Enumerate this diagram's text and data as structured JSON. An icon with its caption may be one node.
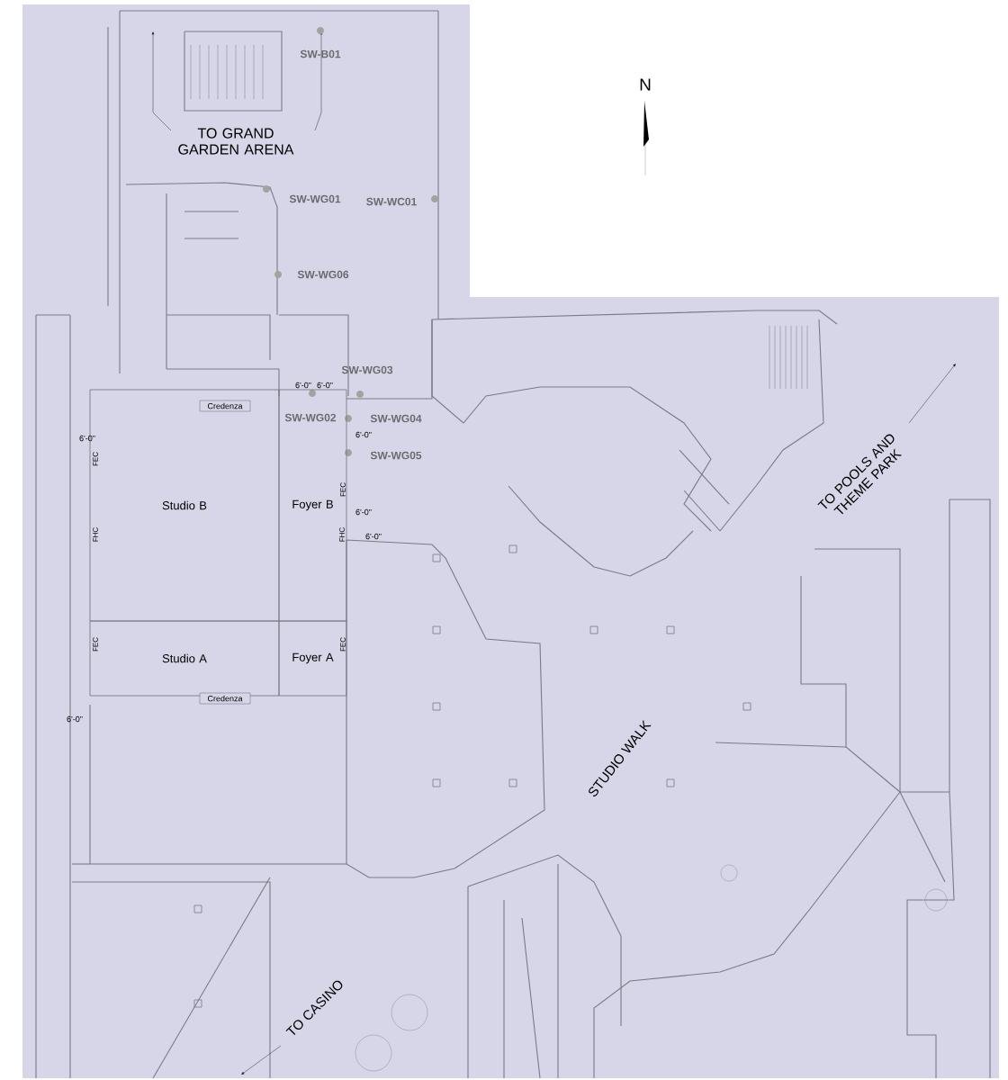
{
  "diagram": {
    "nodes": [
      {
        "text": [
          "Studio B"
        ]
      },
      {
        "text": [
          "Credenza"
        ],
        "in": 0
      },
      {
        "text": [
          "Foyer B"
        ]
      },
      {
        "text": [
          "Studio A"
        ]
      },
      {
        "text": [
          "Credenza"
        ],
        "in": 3
      },
      {
        "text": [
          "Foyer A"
        ]
      }
    ],
    "labels": [
      "SW-B01",
      "TO GRAND GARDEN ARENA",
      "N",
      "SW-WG01",
      "SW-WC01",
      "SW-WG06",
      "SW-WG03",
      "6'-0\"",
      "6'-0\"",
      "SW-WG02",
      "SW-WG04",
      "6'-0\"",
      "6'-0\"",
      "SW-WG05",
      "FEC",
      "FEC",
      "TO POOLS AND THEME PARK",
      "6'-0\"",
      "FHC",
      "FHC",
      "6'-0\"",
      "FEC",
      "FEC",
      "STUDIO WALK",
      "6'-0\"",
      "TO CASINO"
    ]
  }
}
